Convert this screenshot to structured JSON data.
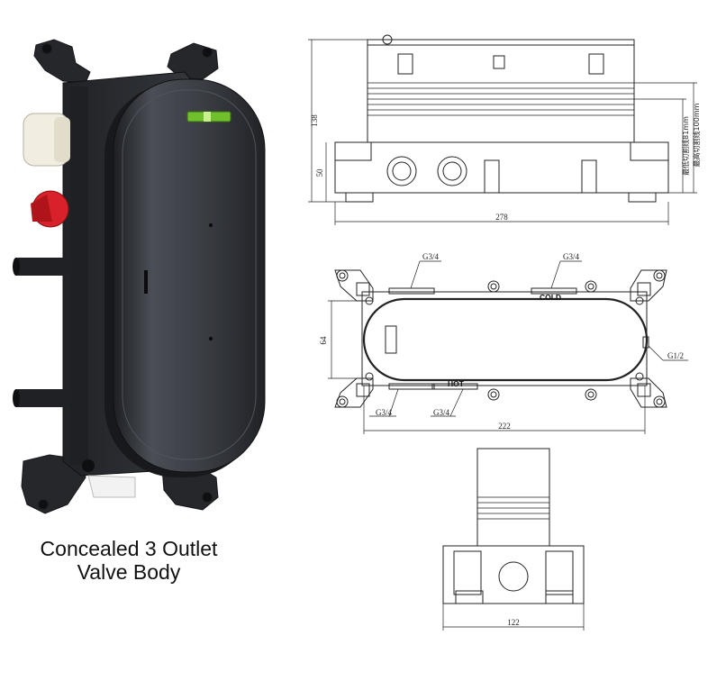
{
  "caption": {
    "line1": "Concealed 3 Outlet",
    "line2": "Valve Body"
  },
  "drawings": {
    "front_view": {
      "height_dim": "138",
      "base_dim": "50",
      "width_dim": "278",
      "min_cut_line": "最低切割线81mm",
      "max_cut_line": "最高切割线100mm"
    },
    "top_view": {
      "port_top_left": "G3/4",
      "port_top_right": "G3/4",
      "cold_label": "COLD",
      "hot_label": "HOT",
      "port_bottom_left": "G3/4",
      "port_bottom_mid": "G3/4",
      "side_port": "G1/2",
      "height_dim": "64",
      "width_dim": "222"
    },
    "side_view": {
      "width_dim": "122"
    }
  },
  "colors": {
    "body_dark": "#2a2d32",
    "cover": "#3a3d43",
    "red_knob": "#d8212a",
    "cream_knob": "#f1ede1",
    "level_green": "#6fc02c",
    "line": "#222222"
  }
}
